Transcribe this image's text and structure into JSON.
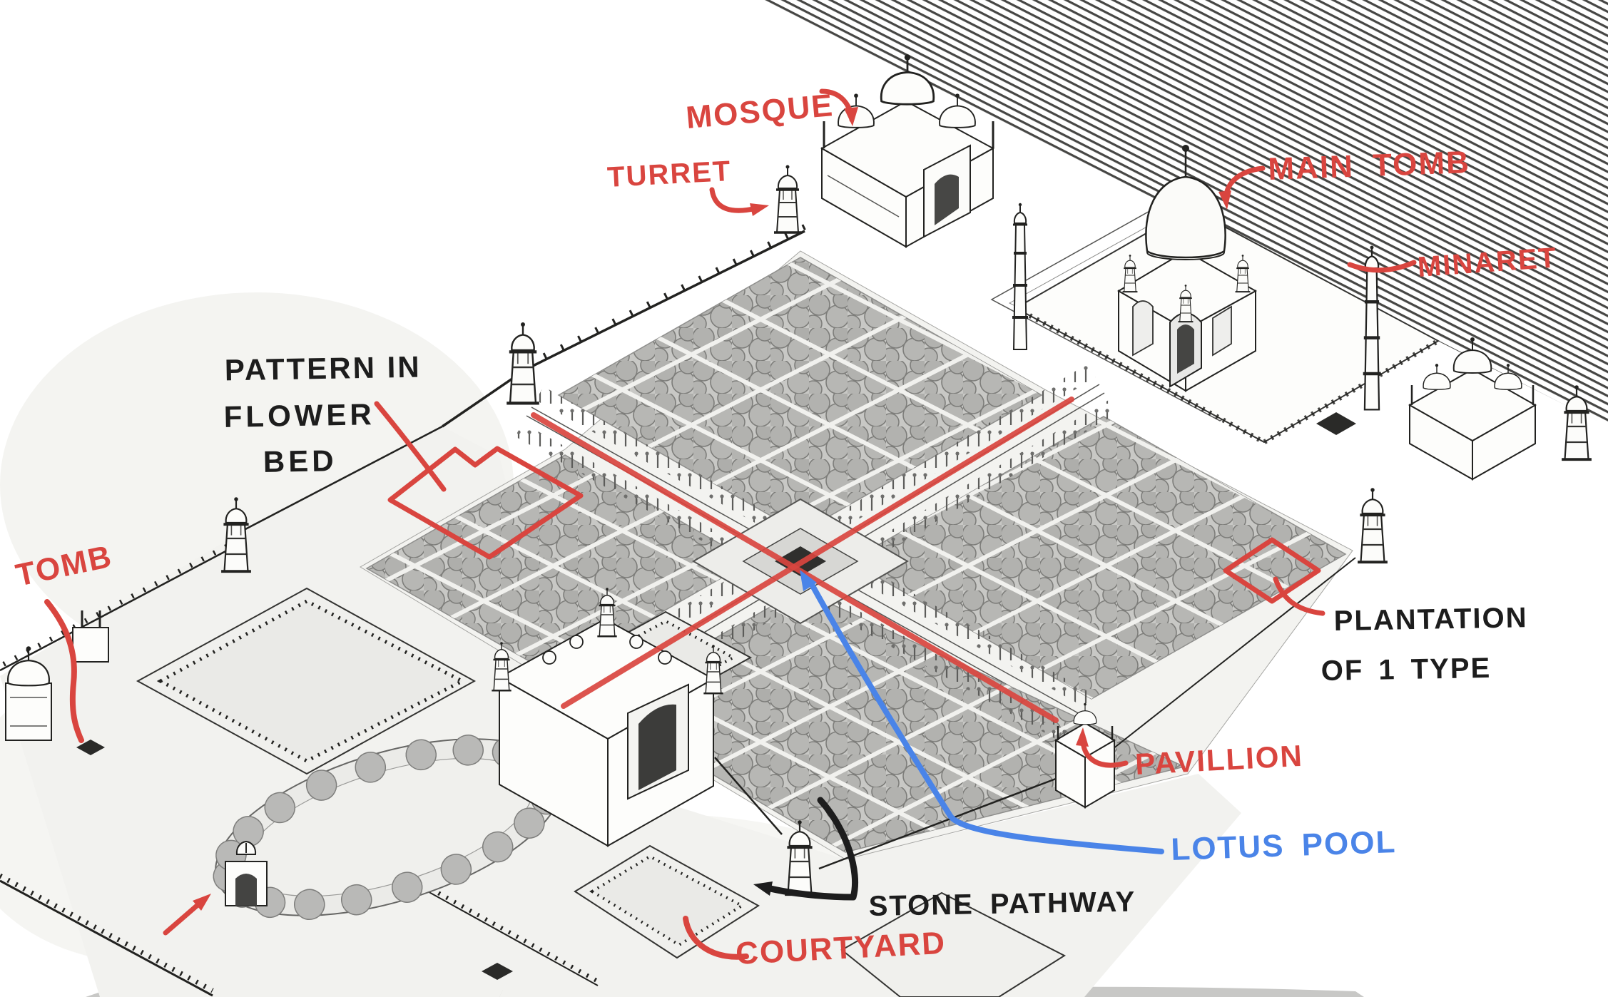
{
  "colors": {
    "annotation_red": "#d9453f",
    "annotation_blue": "#4a84e8",
    "annotation_black": "#1d1d1d",
    "drawing_ink": "#222220",
    "tree_gray": "#b2b2af"
  },
  "annotations": {
    "mosque": {
      "label": "MOSQUE",
      "color": "red"
    },
    "turret": {
      "label": "TURRET",
      "color": "red"
    },
    "main_tomb": {
      "label": "MAIN TOMB",
      "color": "red"
    },
    "minaret": {
      "label": "MINARET",
      "color": "red"
    },
    "pattern_flower_bed": {
      "line1": "PATTERN IN",
      "line2": "FLOWER",
      "line3": "BED",
      "color": "black"
    },
    "tomb": {
      "label": "TOMB",
      "color": "red"
    },
    "plantation": {
      "line1": "PLANTATION",
      "line2": "OF 1 TYPE",
      "color": "black"
    },
    "pavillion": {
      "label": "PAVILLION",
      "color": "red"
    },
    "lotus_pool": {
      "label": "LOTUS POOL",
      "color": "blue"
    },
    "stone_pathway": {
      "label": "STONE PATHWAY",
      "color": "black"
    },
    "courtyard": {
      "label": "COURTYARD",
      "color": "red"
    }
  }
}
